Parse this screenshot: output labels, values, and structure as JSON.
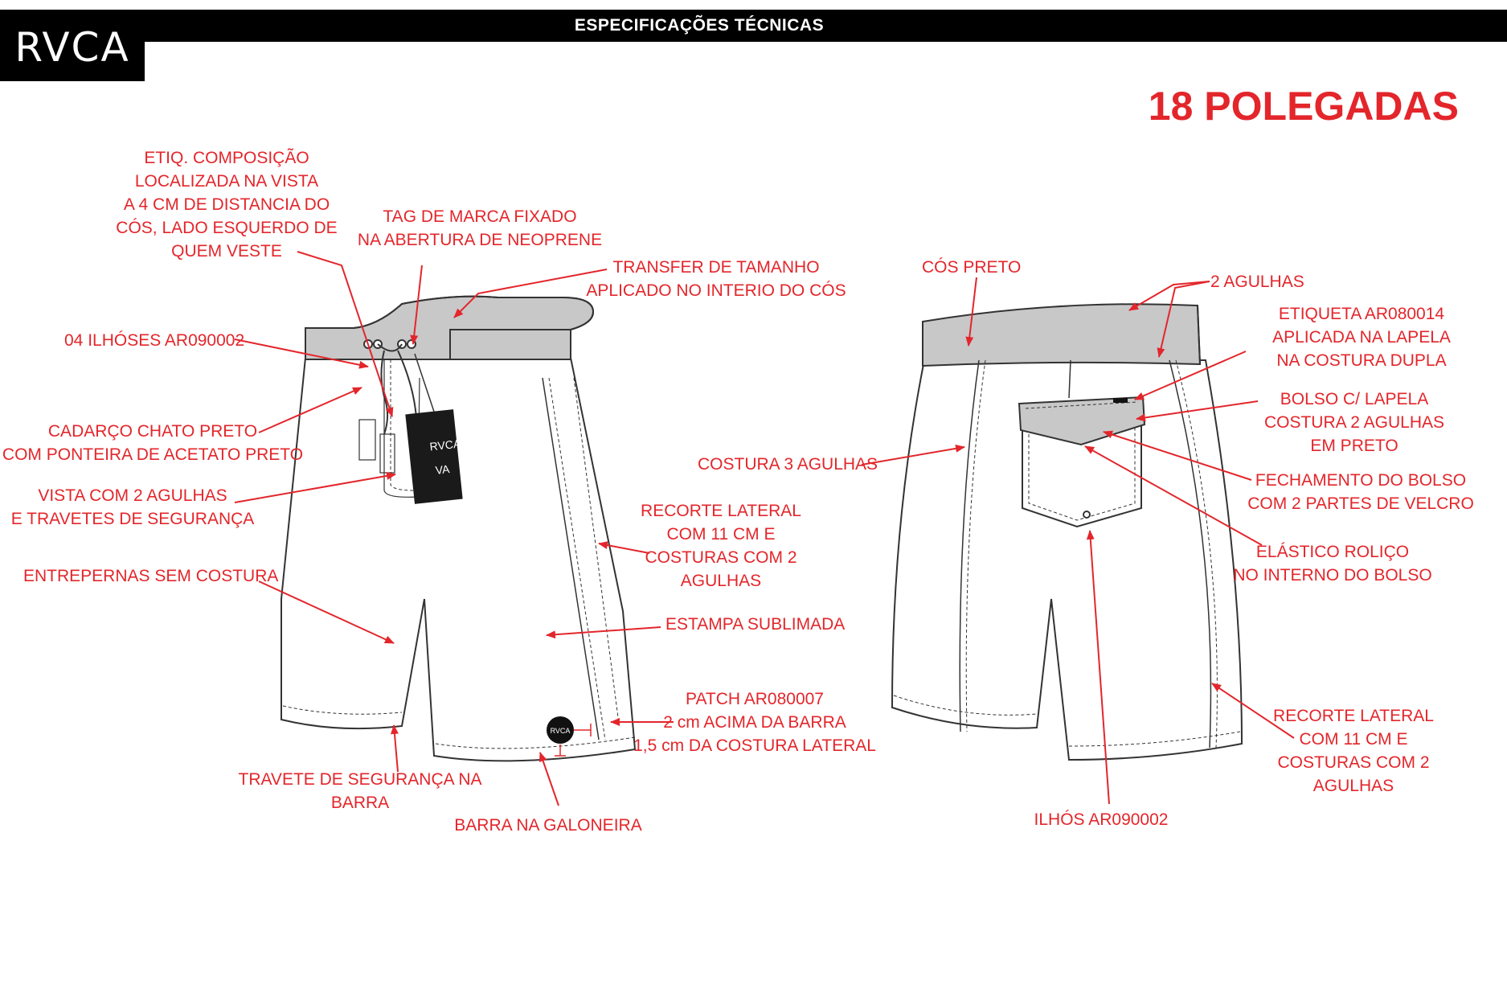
{
  "header": {
    "brand": "RVCA",
    "title": "ESPECIFICAÇÕES TÉCNICAS",
    "size_heading": "18 POLEGADAS"
  },
  "colors": {
    "annotation": "#e3262b",
    "header_bg": "#000000",
    "waistband_fill": "#c8c8c8",
    "outline": "#333333"
  },
  "drawing_text": {
    "hangtag_brand": "RVCA",
    "hangtag_mark": "VA",
    "patch_brand": "RVCA"
  },
  "front_labels": {
    "etiq_composicao": [
      "ETIQ. COMPOSIÇÃO",
      "LOCALIZADA NA VISTA",
      "A 4 CM DE DISTANCIA DO",
      "CÓS, LADO ESQUERDO DE",
      "QUEM VESTE"
    ],
    "tag_marca": [
      "TAG DE MARCA FIXADO",
      "NA ABERTURA DE NEOPRENE"
    ],
    "transfer_tamanho": [
      "TRANSFER DE TAMANHO",
      "APLICADO NO INTERIO DO CÓS"
    ],
    "ilhoses": [
      "04 ILHÓSES AR090002"
    ],
    "cadarco": [
      "CADARÇO CHATO PRETO",
      "COM PONTEIRA DE ACETATO PRETO"
    ],
    "vista": [
      "VISTA COM 2 AGULHAS",
      "E TRAVETES DE SEGURANÇA"
    ],
    "entrepernas": [
      "ENTREPERNAS SEM COSTURA"
    ],
    "recorte_lateral": [
      "RECORTE LATERAL",
      "COM 11 CM E",
      "COSTURAS COM 2",
      "AGULHAS"
    ],
    "estampa": [
      "ESTAMPA SUBLIMADA"
    ],
    "patch": [
      "PATCH AR080007",
      "2 cm ACIMA DA BARRA",
      "1,5 cm DA COSTURA LATERAL"
    ],
    "travete_barra": [
      "TRAVETE DE SEGURANÇA NA",
      "BARRA"
    ],
    "barra_galoneira": [
      "BARRA NA GALONEIRA"
    ]
  },
  "back_labels": {
    "costura_3": [
      "COSTURA 3 AGULHAS"
    ],
    "cos_preto": [
      "CÓS PRETO"
    ],
    "duas_agulhas": [
      "2 AGULHAS"
    ],
    "etiqueta": [
      "ETIQUETA AR080014",
      "APLICADA NA LAPELA",
      "NA COSTURA DUPLA"
    ],
    "bolso": [
      "BOLSO C/ LAPELA",
      "COSTURA 2 AGULHAS",
      "EM PRETO"
    ],
    "fechamento": [
      "FECHAMENTO DO BOLSO",
      "COM 2 PARTES DE VELCRO"
    ],
    "elastico": [
      "ELÁSTICO ROLIÇO",
      "NO INTERNO DO BOLSO"
    ],
    "recorte_lateral": [
      "RECORTE LATERAL",
      "COM 11 CM E",
      "COSTURAS COM 2",
      "AGULHAS"
    ],
    "ilhos": [
      "ILHÓS AR090002"
    ]
  }
}
